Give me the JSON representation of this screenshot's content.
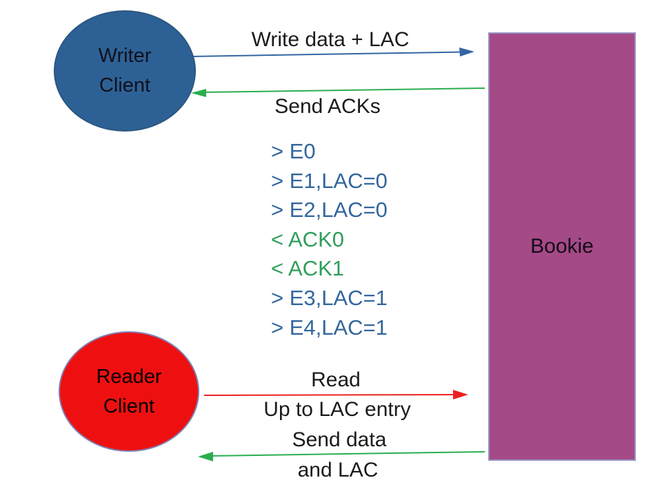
{
  "nodes": {
    "writer": {
      "line1": "Writer",
      "line2": "Client",
      "fill": "#2d6195"
    },
    "reader": {
      "line1": "Reader",
      "line2": "Client",
      "fill": "#ee1010"
    },
    "bookie": {
      "label": "Bookie",
      "fill": "#a44a87"
    }
  },
  "arrows": {
    "write": {
      "label": "Write data + LAC",
      "color": "#3465a4",
      "direction": "right",
      "from": "writer-client",
      "to": "bookie"
    },
    "ack": {
      "label": "Send ACKs",
      "color": "#2bad4f",
      "direction": "left",
      "from": "bookie",
      "to": "writer-client"
    },
    "read": {
      "label_line1": "Read",
      "label_line2": "Up to LAC entry",
      "color": "#ee2020",
      "direction": "right",
      "from": "reader-client",
      "to": "bookie"
    },
    "send": {
      "label_line1": "Send data",
      "label_line2": "and LAC",
      "color": "#2bad4f",
      "direction": "left",
      "from": "bookie",
      "to": "reader-client"
    }
  },
  "message_log": {
    "items": [
      {
        "text": "> E0",
        "type": "entry"
      },
      {
        "text": "> E1,LAC=0",
        "type": "entry"
      },
      {
        "text": "> E2,LAC=0",
        "type": "entry"
      },
      {
        "text": "< ACK0",
        "type": "ack"
      },
      {
        "text": "< ACK1",
        "type": "ack"
      },
      {
        "text": "> E3,LAC=1",
        "type": "entry"
      },
      {
        "text": "> E4,LAC=1",
        "type": "entry"
      }
    ],
    "colors": {
      "entry": "#33669c",
      "ack": "#2e9e5a"
    }
  }
}
